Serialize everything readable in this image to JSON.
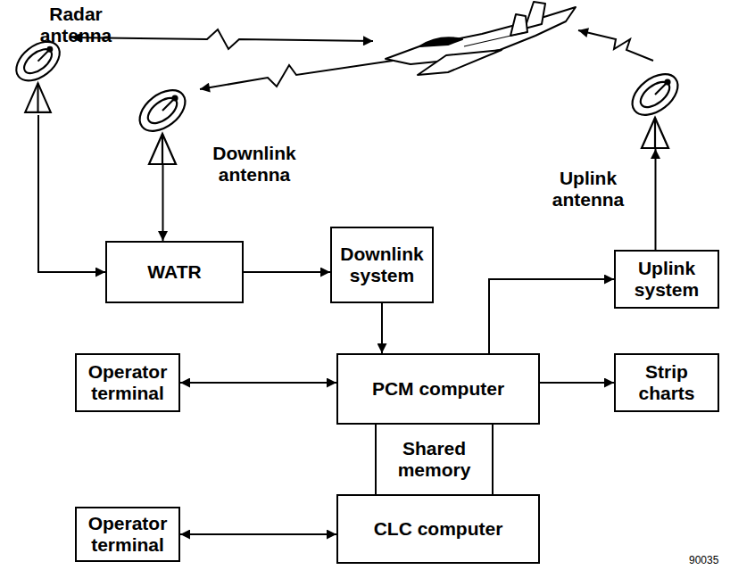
{
  "diagram": {
    "nodes": [
      {
        "text": [
          "Radar antenna"
        ]
      },
      {
        "text": [
          "Downlink antenna"
        ]
      },
      {
        "text": [
          "Uplink antenna"
        ]
      },
      {
        "text": [
          "WATR"
        ]
      },
      {
        "text": [
          "Downlink system"
        ]
      },
      {
        "text": [
          "Uplink system"
        ]
      },
      {
        "text": [
          "Operator terminal"
        ]
      },
      {
        "text": [
          "PCM computer"
        ]
      },
      {
        "text": [
          "Strip charts"
        ]
      },
      {
        "text": [
          "Shared memory"
        ]
      },
      {
        "text": [
          "Operator terminal"
        ]
      },
      {
        "text": [
          "CLC computer"
        ]
      }
    ],
    "edges": [
      {
        "from": 0,
        "to": 3,
        "arrow": "to"
      },
      {
        "from": 1,
        "to": 3,
        "arrow": "to"
      },
      {
        "from": 3,
        "to": 4,
        "arrow": "to"
      },
      {
        "from": 4,
        "to": 7,
        "arrow": "to"
      },
      {
        "from": 7,
        "to": 5,
        "arrow": "to"
      },
      {
        "from": 5,
        "to": 2,
        "arrow": "to"
      },
      {
        "from": 6,
        "to": 7,
        "arrow": "both"
      },
      {
        "from": 7,
        "to": 8,
        "arrow": "to"
      },
      {
        "from": 10,
        "to": 11,
        "arrow": "both"
      }
    ],
    "labels": [
      "90035"
    ]
  }
}
